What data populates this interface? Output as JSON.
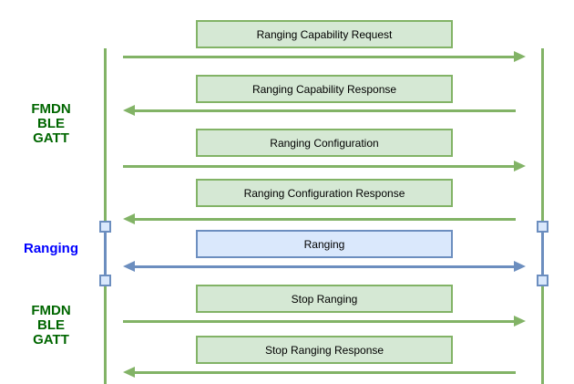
{
  "labels": {
    "fmdn_top": "FMDN\nBLE\nGATT",
    "ranging": "Ranging",
    "fmdn_bottom": "FMDN\nBLE\nGATT"
  },
  "messages": [
    {
      "label": "Ranging Capability Request",
      "direction": "right",
      "color": "green"
    },
    {
      "label": "Ranging Capability Response",
      "direction": "left",
      "color": "green"
    },
    {
      "label": "Ranging Configuration",
      "direction": "right",
      "color": "green"
    },
    {
      "label": "Ranging Configuration Response",
      "direction": "left",
      "color": "green"
    },
    {
      "label": "Ranging",
      "direction": "both",
      "color": "blue"
    },
    {
      "label": "Stop Ranging",
      "direction": "right",
      "color": "green"
    },
    {
      "label": "Stop Ranging Response",
      "direction": "left",
      "color": "green"
    }
  ],
  "colors": {
    "green_fill": "#d5e8d4",
    "green_stroke": "#82b366",
    "blue_fill": "#dae8fc",
    "blue_stroke": "#6c8ebf",
    "side_label_green": "#006600",
    "side_label_blue": "#0000ff",
    "text": "#000000"
  }
}
